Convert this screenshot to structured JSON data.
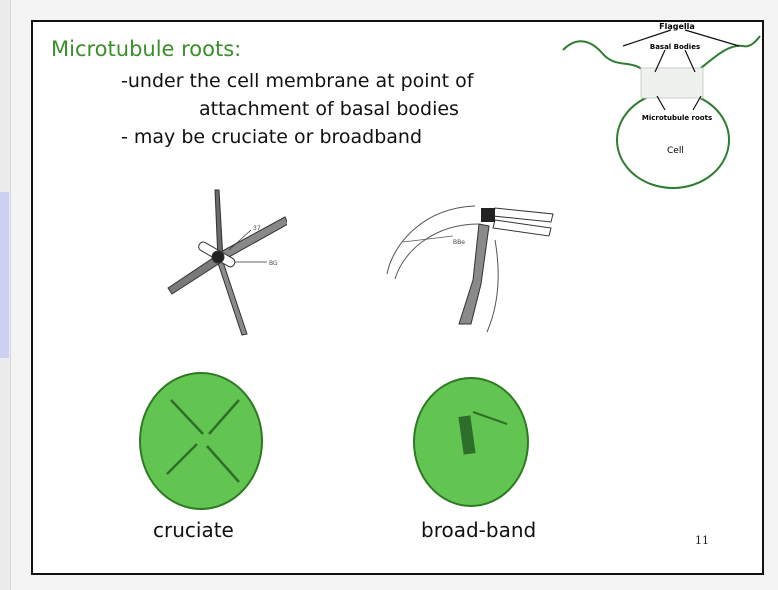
{
  "slide": {
    "title": "Microtubule roots:",
    "bullets": [
      "-under the cell membrane at point of",
      "attachment of basal bodies",
      "- may be cruciate or broadband"
    ],
    "inset": {
      "labels": {
        "flagella": "Flagella",
        "basal_bodies": "Basal Bodies",
        "microtubule_roots": "Microtubule roots",
        "cell": "Cell"
      }
    },
    "figure_labels": {
      "cruciate_a": "37",
      "cruciate_b": "BG",
      "broadband_a": "BBe"
    },
    "captions": {
      "cruciate": "cruciate",
      "broadband": "broad-band"
    },
    "page_number": "11"
  },
  "colors": {
    "title": "#3a8f2a",
    "cell_fill": "#62c552",
    "cell_stroke": "#2d7a22",
    "inset_stroke": "#2e7d32"
  }
}
